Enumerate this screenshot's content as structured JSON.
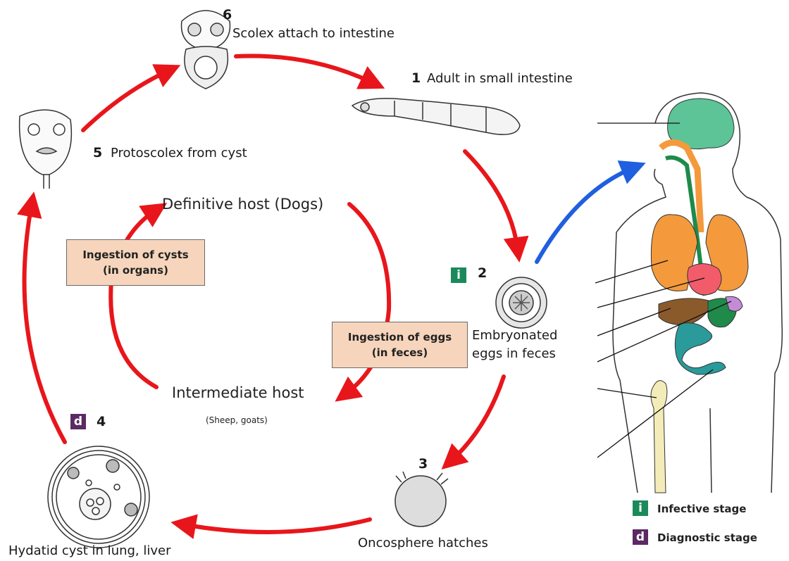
{
  "stages": {
    "s1": {
      "num": "1",
      "label": "Adult in small intestine"
    },
    "s2": {
      "num": "2",
      "label_line1": "Embryonated",
      "label_line2": "eggs in feces"
    },
    "s3": {
      "num": "3",
      "label": "Oncosphere hatches"
    },
    "s4": {
      "num": "4",
      "label": "Hydatid cyst in lung, liver"
    },
    "s5": {
      "num": "5",
      "label": "Protoscolex from cyst"
    },
    "s6": {
      "num": "6",
      "label": "Scolex attach to intestine"
    }
  },
  "hosts": {
    "definitive": "Definitive host (Dogs)",
    "intermediate": "Intermediate host",
    "intermediate_sub": "(Sheep, goats)"
  },
  "boxes": {
    "cysts_line1": "Ingestion of cysts",
    "cysts_line2": "(in organs)",
    "eggs_line1": "Ingestion of eggs",
    "eggs_line2": "(in feces)"
  },
  "badges": {
    "infective": "i",
    "diagnostic": "d"
  },
  "legend": {
    "infective_label": "Infective stage",
    "diagnostic_label": "Diagnostic stage"
  },
  "colors": {
    "arrow_red": "#e8161b",
    "arrow_blue": "#1f5fe0",
    "infective_badge": "#1a8a5a",
    "diagnostic_badge": "#5b2a63",
    "box_fill": "#f6d5bc",
    "brain": "#5cc497",
    "lungs": "#f49a3c",
    "heart": "#f25c6a",
    "liver": "#8b5a2b",
    "intestine": "#2a9a9a",
    "bone": "#f4ecb8"
  }
}
